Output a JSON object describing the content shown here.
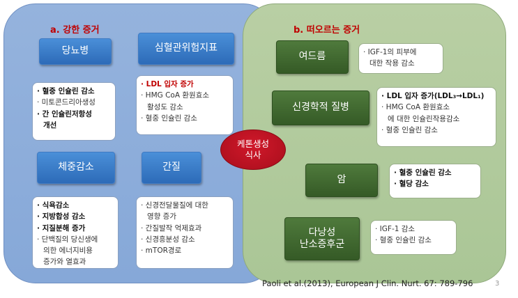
{
  "left": {
    "title": "a. 강한 증거",
    "chips": {
      "diabetes": "당뇨병",
      "cardio": "심혈관위험지표",
      "weight": "체중감소",
      "epilepsy": "간질"
    },
    "notes": {
      "diabetes": [
        "· 혈중 인슐린 감소",
        "· 미토콘드리아생성",
        "· 간 인슐린저항성",
        "개선"
      ],
      "cardio": [
        "· LDL 입자 증가",
        "· HMG CoA 환원효소",
        "활성도 감소",
        "· 혈중 인슐린 감소"
      ],
      "weight": [
        "· 식욕감소",
        "· 지방합성 감소",
        "· 지질분해 증가",
        "· 단백질의 당신생에",
        "의한 에너지비용",
        "증가와 열효과"
      ],
      "epilepsy": [
        "· 신경전달물질에 대한",
        "영향 증가",
        "· 간질발작 억제효과",
        "· 신경흥분성 감소",
        "· mTOR경로"
      ]
    }
  },
  "right": {
    "title": "b. 떠오르는 증거",
    "chips": {
      "acne": "여드름",
      "neuro": "신경학적 질병",
      "cancer": "암",
      "pcos_line1": "다낭성",
      "pcos_line2": "난소증후군"
    },
    "notes": {
      "acne": [
        "· IGF-1의 피부에",
        "대한 작용 감소"
      ],
      "neuro": [
        "· LDL 입자 증가(LDL₃→LDL₁)",
        "· HMG CoA 환원효소",
        "에 대한 인슐린작용감소",
        "· 혈중 인슐린 감소"
      ],
      "cancer": [
        "· 혈중 인슐린 감소",
        "· 혈당 감소"
      ],
      "pcos": [
        "· IGF-1 감소",
        "· 혈중 인슐린 감소"
      ]
    }
  },
  "center": {
    "line1": "케톤생성",
    "line2": "식사"
  },
  "citation": "Paoli et al.(2013), European J Clin. Nurt. 67: 789-796",
  "page_number": "3",
  "colors": {
    "title_red": "#c00000",
    "left_panel": "#8aaad9",
    "right_panel": "#adc799",
    "chip_blue": "#3a7cc8",
    "chip_green": "#3f6a2e",
    "oval_red": "#c0121f"
  }
}
